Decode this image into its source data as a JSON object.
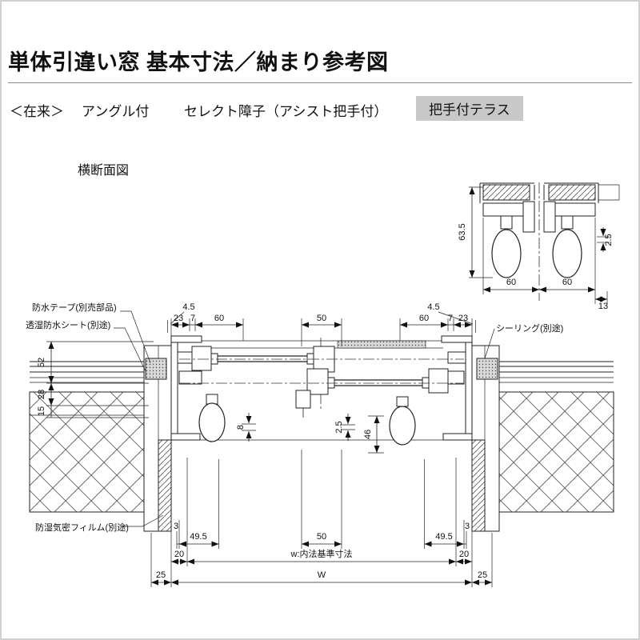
{
  "header": {
    "title": "単体引違い窓 基本寸法／納まり参考図",
    "spec_kind": "＜在来＞",
    "spec_angle": "アングル付",
    "spec_shoji": "セレクト障子（アシスト把手付）",
    "badge": "把手付テラス"
  },
  "drawing": {
    "section_label": "横断面図",
    "annotations": {
      "waterproof_tape": "防水テープ(別売部品)",
      "sheet": "透湿防水シート(別途)",
      "sealing": "シーリング(別途)",
      "film": "防湿気密フィルム(別途)"
    },
    "dims": {
      "detail_635": "63.5",
      "detail_25": "2.5",
      "detail_60L": "60",
      "detail_60R": "60",
      "detail_13": "13",
      "top_45L": "4.5",
      "top_23L": "23",
      "top_7L": "7",
      "top_60L": "60",
      "top_50": "50",
      "top_60R": "60",
      "top_7R": "7",
      "top_23R": "23",
      "top_45R": "4.5",
      "left_52": "52",
      "left_28": "28",
      "left_15": "15",
      "mid_8": "8",
      "mid_25": "2.5",
      "mid_46": "46",
      "bot_3L": "3",
      "bot_495L": "49.5",
      "bot_50": "50",
      "bot_495R": "49.5",
      "bot_3R": "3",
      "bot_20L": "20",
      "bot_w_label": "w:内法基準寸法",
      "bot_20R": "20",
      "bot_25L": "25",
      "bot_W": "W",
      "bot_25R": "25"
    }
  }
}
